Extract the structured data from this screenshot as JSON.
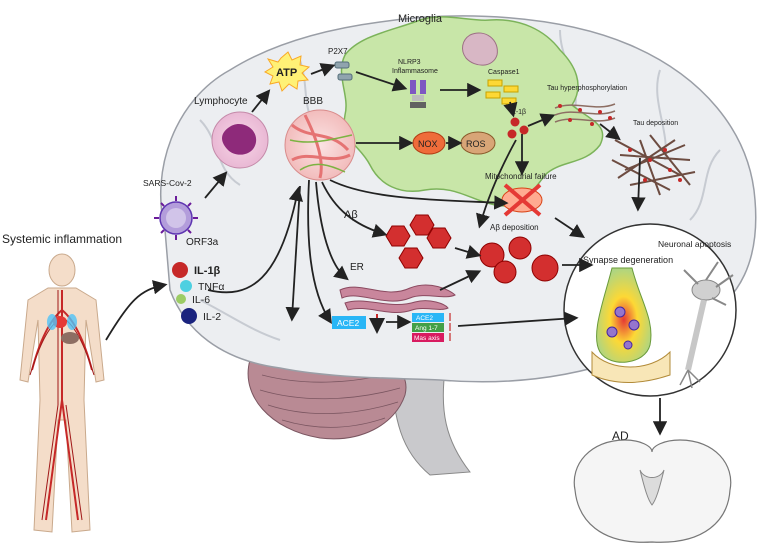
{
  "labels": {
    "microglia": "Microglia",
    "atp": "ATP",
    "p2x7": "P2X7",
    "nlrp3": "NLRP3",
    "inflammasome": "Inflammasome",
    "caspase1": "Caspase1",
    "il1b_micro": "IL-1β",
    "tau_hyper": "Tau hyperphosphorylation",
    "tau_dep": "Tau deposition",
    "lymphocyte": "Lymphocyte",
    "bbb": "BBB",
    "nox": "NOX",
    "ros": "ROS",
    "mito": "Mitochondrial failure",
    "abeta_dep": "Aβ deposition",
    "abeta": "Aβ",
    "sars": "SARS-Cov-2",
    "orf3a": "ORF3a",
    "er": "ER",
    "ace2": "ACE2",
    "ace2_small": "ACE2",
    "ang": "Ang 1-7",
    "mas": "Mas axis",
    "systemic": "Systemic inflammation",
    "synapse": "Synapse degeneration",
    "neuronal": "Neuronal apoptosis",
    "ad": "AD"
  },
  "cytokines": [
    {
      "label": "IL-1β",
      "color": "#c62828"
    },
    {
      "label": "TNFα",
      "color": "#4dd0e1"
    },
    {
      "label": "IL-6",
      "color": "#9ccc65"
    },
    {
      "label": "IL-2",
      "color": "#1a237e"
    }
  ],
  "colors": {
    "brain": "#e9ebee",
    "microglia": "#c8e6a8",
    "arrow": "#222222",
    "red": "#c62828",
    "cerebellum": "#b98a94"
  }
}
